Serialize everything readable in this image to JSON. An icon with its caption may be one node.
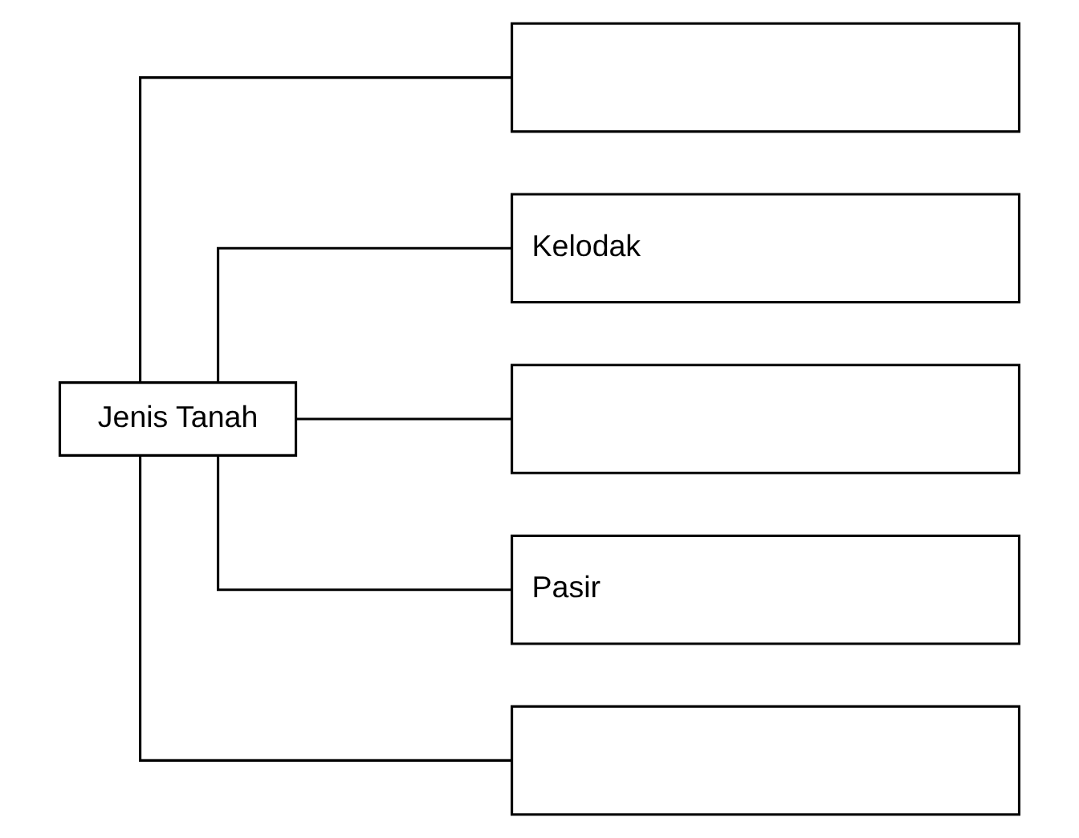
{
  "diagram": {
    "nodes": [
      {
        "text": [
          "Jenis Tanah"
        ]
      },
      {
        "text": [],
        "shape": "box"
      },
      {
        "text": [
          "Kelodak"
        ]
      },
      {
        "text": [],
        "shape": "box"
      },
      {
        "text": [
          "Pasir"
        ]
      },
      {
        "text": [],
        "shape": "box"
      }
    ],
    "edges": [
      {
        "from": 0,
        "to": 1,
        "arrow": "none"
      },
      {
        "from": 0,
        "to": 2,
        "arrow": "none"
      },
      {
        "from": 0,
        "to": 3,
        "arrow": "none"
      },
      {
        "from": 0,
        "to": 4,
        "arrow": "none"
      },
      {
        "from": 0,
        "to": 5,
        "arrow": "none"
      }
    ]
  }
}
